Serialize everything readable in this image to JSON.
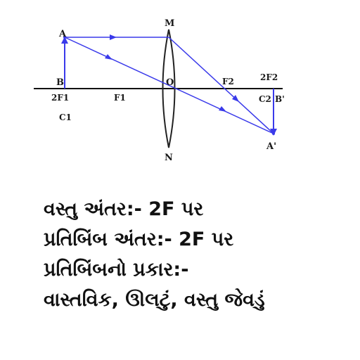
{
  "diagram": {
    "colors": {
      "ray": "#3a3aea",
      "axis": "#111111",
      "object": "#3a3aea",
      "image": "#3a3aea",
      "lens": "#222222"
    },
    "labels": {
      "A": "A",
      "M": "M",
      "B": "B",
      "O": "O",
      "F2": "F2",
      "2F2": "2F2",
      "2F1": "2F1",
      "F1": "F1",
      "C1": "C1",
      "C2": "C2",
      "B_prime": "B'",
      "A_prime": "A'",
      "N": "N"
    }
  },
  "text": {
    "line1": "વસ્તુ અંતર:- 2F પર",
    "line2": "પ્રતિબિંબ અંતર:- 2F પર",
    "line3": "પ્રતિબિંબનો પ્રકાર:-",
    "line4": "વાસ્તવિક, ઊલટું, વસ્તુ જેવડું"
  }
}
